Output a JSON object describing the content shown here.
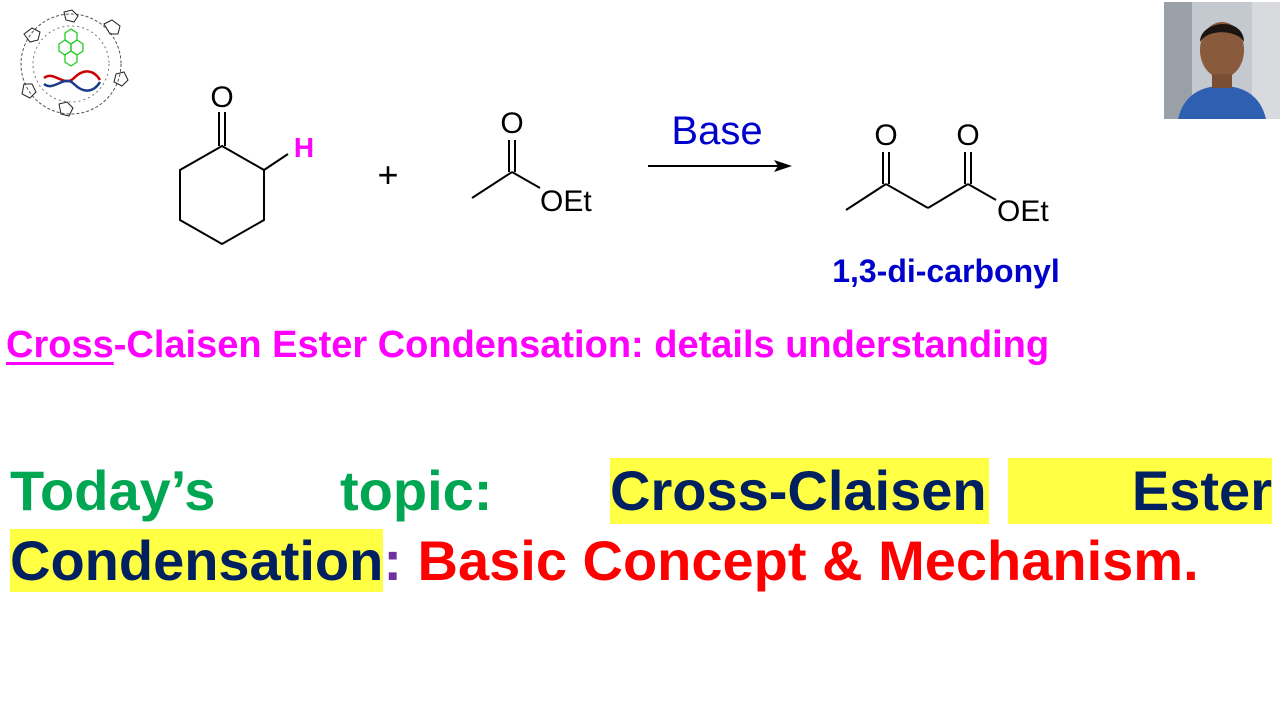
{
  "reaction": {
    "reactant1_o": "O",
    "reactant1_h": "H",
    "plus": "+",
    "reactant2_o": "O",
    "reactant2_oet": "OEt",
    "arrow_label": "Base",
    "product_o1": "O",
    "product_o2": "O",
    "product_oet": "OEt",
    "product_label": "1,3-di-carbonyl"
  },
  "title": {
    "underlined": "Cross",
    "rest": "-Claisen Ester Condensation: details understanding"
  },
  "topic": {
    "w1": "Today’s",
    "w2": "topic:",
    "w3": "Cross-Claisen",
    "w4": "Ester",
    "w5": "Condensation",
    "colon": ":",
    "rest": " Basic Concept & Mechanism."
  },
  "colors": {
    "magenta": "#ff00ff",
    "blue": "#0000cc",
    "green": "#00a651",
    "navy": "#002060",
    "red": "#ff0000",
    "highlight": "#ffff44"
  },
  "icons": {
    "logo": "cyclodextrin-dna-logo",
    "photo": "presenter-photo"
  }
}
